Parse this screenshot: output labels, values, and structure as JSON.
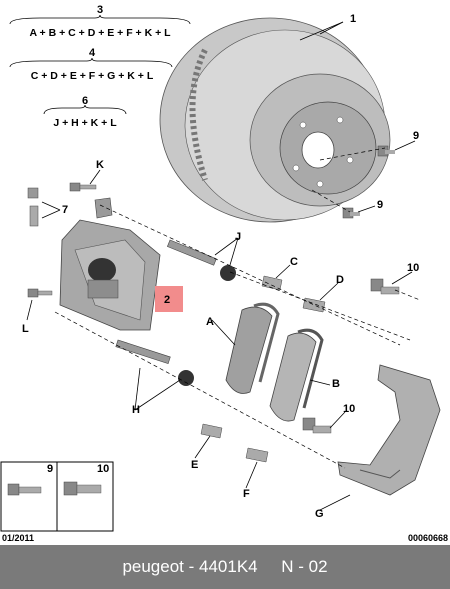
{
  "formulas": [
    {
      "number": "3",
      "text": "A + B + C + D + E + F + K + L"
    },
    {
      "number": "4",
      "text": "C + D + E + F + G + K + L"
    },
    {
      "number": "6",
      "text": "J + H + K + L"
    }
  ],
  "labels": {
    "p1": "1",
    "p2": "2",
    "p7": "7",
    "p9a": "9",
    "p9b": "9",
    "p10a": "10",
    "p10b": "10",
    "K": "K",
    "L": "L",
    "J": "J",
    "H": "H",
    "A": "A",
    "B": "B",
    "C": "C",
    "D": "D",
    "E": "E",
    "F": "F",
    "G": "G"
  },
  "inset": {
    "left_number": "9",
    "right_number": "10"
  },
  "date_code": "01/2011",
  "ref_code": "00060668",
  "footer": {
    "brand": "peugeot",
    "part_number": "4401K4",
    "position": "N - 02"
  },
  "colors": {
    "highlight": "#f28c8c",
    "footer_bg": "#7a7a7a"
  }
}
